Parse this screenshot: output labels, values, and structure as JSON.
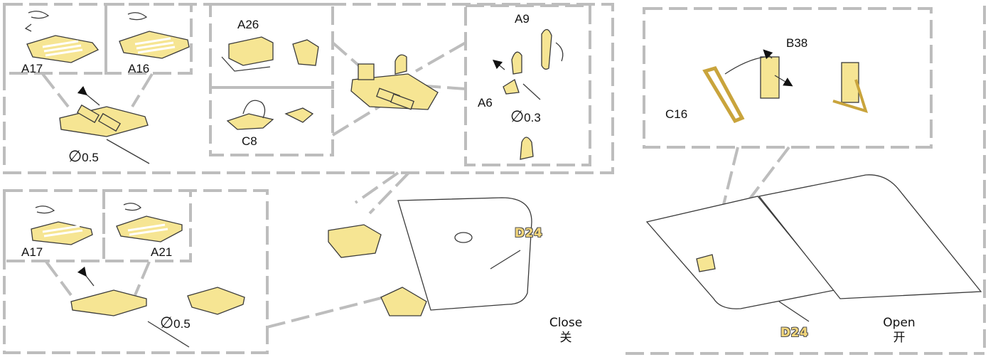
{
  "colors": {
    "part_fill": "#f6e593",
    "part_stroke": "#3a3a3a",
    "frame_gray": "#bdbdbd",
    "line": "#333333",
    "badge_fill": "#f4d77a"
  },
  "step_a": {
    "parts": {
      "a17": "A17",
      "a16": "A16",
      "a26": "A26",
      "c8": "C8",
      "a9": "A9",
      "a6": "A6"
    },
    "rod_05": {
      "symbol": "∅",
      "value": "0.5"
    },
    "rod_03": {
      "symbol": "∅",
      "value": "0.3"
    }
  },
  "step_b": {
    "parts": {
      "a17": "A17",
      "a21": "A21"
    },
    "rod_05": {
      "symbol": "∅",
      "value": "0.5"
    }
  },
  "hatch_close": {
    "part": "D24",
    "state_en": "Close",
    "state_zh": "关"
  },
  "step_c": {
    "parts": {
      "b38": "B38",
      "c16": "C16"
    }
  },
  "hatch_open": {
    "part": "D24",
    "state_en": "Open",
    "state_zh": "开"
  }
}
